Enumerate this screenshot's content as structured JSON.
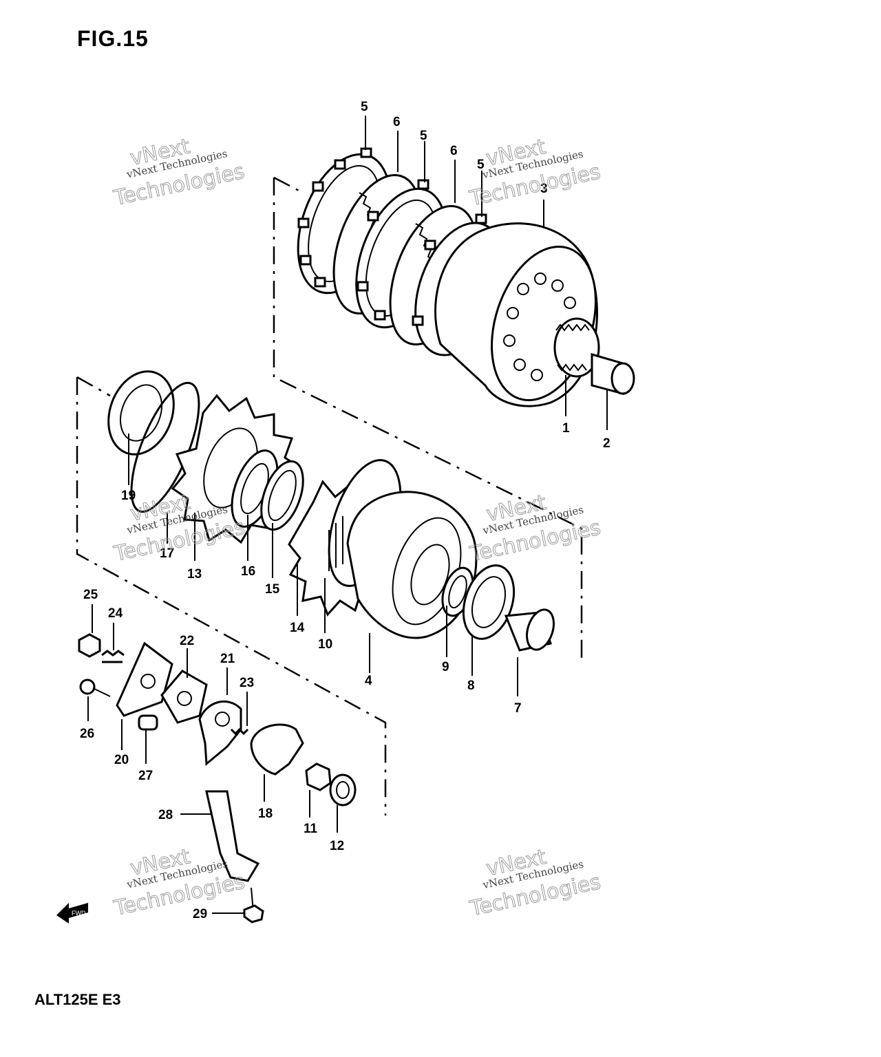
{
  "figure": {
    "title": "FIG.15",
    "model_code": "ALT125E E3"
  },
  "direction_arrow": {
    "label": "FWD",
    "icon": "fwd-arrow-icon"
  },
  "watermark": {
    "line1": "vNext Technologies",
    "line2": "vNext",
    "line3": "Technologies"
  },
  "parts": [
    {
      "no": "1"
    },
    {
      "no": "2"
    },
    {
      "no": "3"
    },
    {
      "no": "4"
    },
    {
      "no": "5"
    },
    {
      "no": "6"
    },
    {
      "no": "7"
    },
    {
      "no": "8"
    },
    {
      "no": "9"
    },
    {
      "no": "10"
    },
    {
      "no": "11"
    },
    {
      "no": "12"
    },
    {
      "no": "13"
    },
    {
      "no": "14"
    },
    {
      "no": "15"
    },
    {
      "no": "16"
    },
    {
      "no": "17"
    },
    {
      "no": "18"
    },
    {
      "no": "19"
    },
    {
      "no": "20"
    },
    {
      "no": "21"
    },
    {
      "no": "22"
    },
    {
      "no": "23"
    },
    {
      "no": "24"
    },
    {
      "no": "25"
    },
    {
      "no": "26"
    },
    {
      "no": "27"
    },
    {
      "no": "28"
    },
    {
      "no": "29"
    },
    {
      "no": "5"
    },
    {
      "no": "6"
    },
    {
      "no": "5"
    }
  ]
}
